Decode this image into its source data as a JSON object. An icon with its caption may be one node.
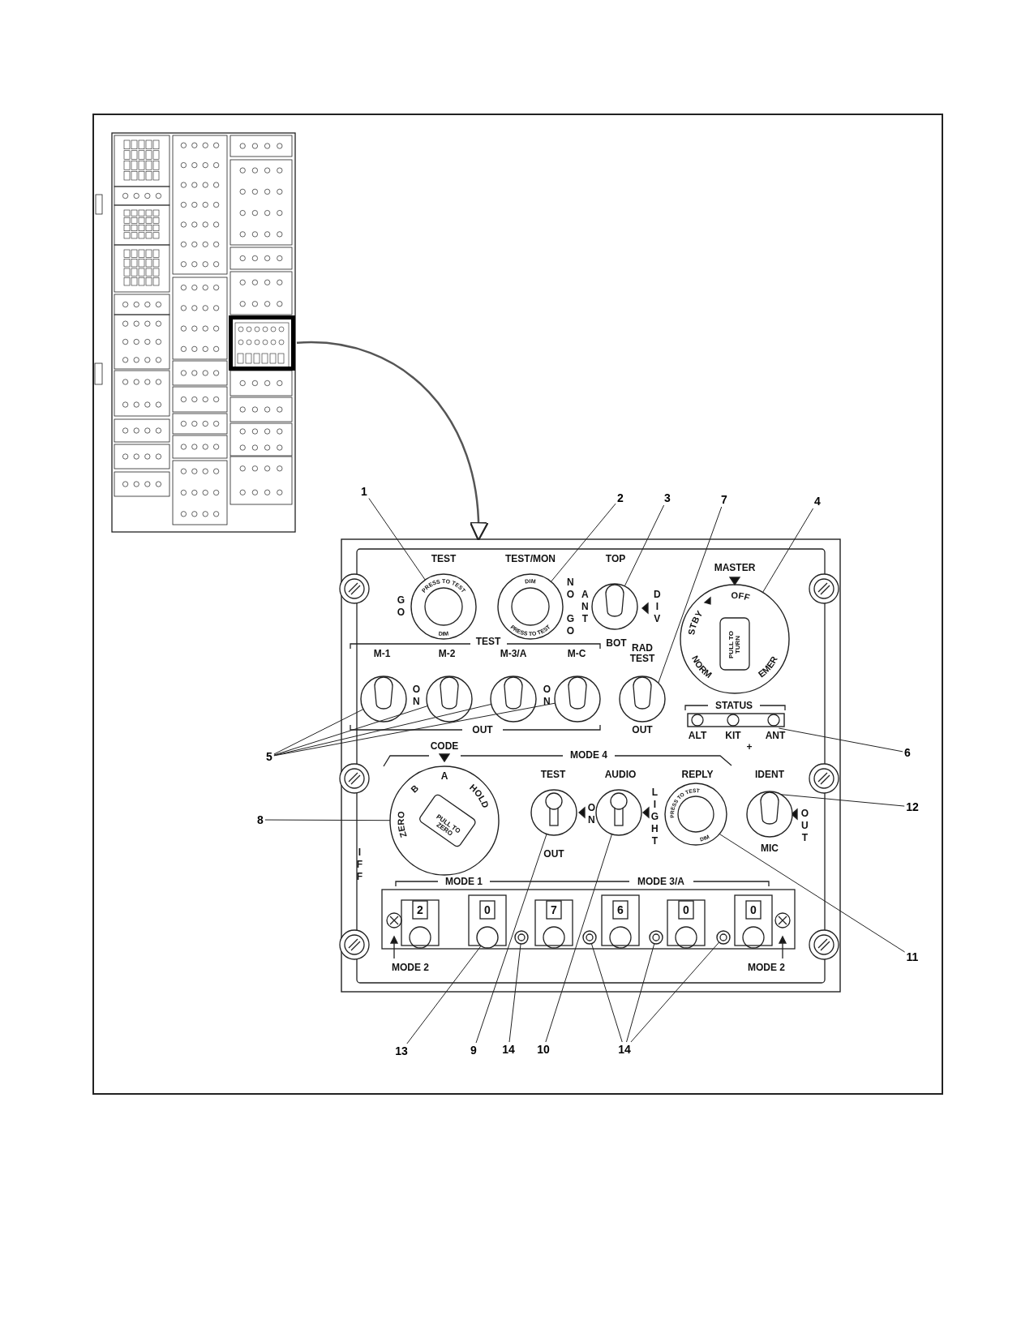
{
  "diagram": {
    "nodes": [
      {
        "text": [],
        "shape": "picture"
      },
      {
        "text": [],
        "shape": "box",
        "in": 0
      },
      {
        "text": [],
        "shape": "box"
      },
      {
        "text": [
          "1"
        ]
      },
      {
        "text": [
          "2"
        ]
      },
      {
        "text": [
          "3"
        ]
      },
      {
        "text": [
          "7"
        ]
      },
      {
        "text": [
          "4"
        ]
      },
      {
        "text": [],
        "shape": "circle",
        "in": 2
      },
      {
        "text": [],
        "shape": "circle",
        "in": 2
      },
      {
        "text": [],
        "shape": "circle",
        "in": 2
      },
      {
        "text": [],
        "shape": "circle",
        "in": 2
      },
      {
        "text": [],
        "shape": "circle",
        "in": 2
      },
      {
        "text": [],
        "shape": "circle",
        "in": 2
      },
      {
        "text": [],
        "shape": "circle",
        "in": 2
      },
      {
        "text": [],
        "shape": "circle",
        "in": 2
      },
      {
        "text": [],
        "shape": "circle",
        "in": 2
      },
      {
        "text": [],
        "shape": "box",
        "in": 2
      },
      {
        "text": [
          "5"
        ]
      },
      {
        "text": [
          "6"
        ]
      },
      {
        "text": [
          "8"
        ]
      },
      {
        "text": [],
        "shape": "circle",
        "in": 2
      },
      {
        "text": [],
        "shape": "circle",
        "in": 2
      },
      {
        "text": [],
        "shape": "circle",
        "in": 2
      },
      {
        "text": [],
        "shape": "circle",
        "in": 2
      },
      {
        "text": [],
        "shape": "circle",
        "in": 2
      },
      {
        "text": [
          "12"
        ]
      },
      {
        "text": [
          "11"
        ]
      },
      {
        "text": [],
        "shape": "circle",
        "in": 2
      },
      {
        "text": [],
        "shape": "circle",
        "in": 2
      },
      {
        "text": [],
        "shape": "circle",
        "in": 2
      },
      {
        "text": [],
        "shape": "circle",
        "in": 2
      },
      {
        "text": [],
        "shape": "circle",
        "in": 2
      },
      {
        "text": [
          "13"
        ]
      },
      {
        "text": [
          "9"
        ]
      },
      {
        "text": [
          "14"
        ]
      },
      {
        "text": [
          "10"
        ]
      },
      {
        "text": [
          "14"
        ]
      }
    ],
    "edges": [
      {
        "from": 1,
        "to": 2,
        "arrow": "to"
      },
      {
        "from": 3,
        "to": 8,
        "arrow": "none"
      },
      {
        "from": 4,
        "to": 9,
        "arrow": "none"
      },
      {
        "from": 5,
        "to": 10,
        "arrow": "none"
      },
      {
        "from": 6,
        "to": 16,
        "arrow": "none"
      },
      {
        "from": 7,
        "to": 11,
        "arrow": "none"
      },
      {
        "from": 18,
        "to": 12,
        "arrow": "none"
      },
      {
        "from": 18,
        "to": 13,
        "arrow": "none"
      },
      {
        "from": 18,
        "to": 14,
        "arrow": "none"
      },
      {
        "from": 18,
        "to": 15,
        "arrow": "none"
      },
      {
        "from": 19,
        "to": 17,
        "arrow": "none"
      },
      {
        "from": 20,
        "to": 21,
        "arrow": "none"
      },
      {
        "from": 26,
        "to": 25,
        "arrow": "none"
      },
      {
        "from": 27,
        "to": 24,
        "arrow": "none"
      },
      {
        "from": 33,
        "to": 28,
        "arrow": "none"
      },
      {
        "from": 34,
        "to": 22,
        "arrow": "none"
      },
      {
        "from": 35,
        "to": 29,
        "arrow": "none"
      },
      {
        "from": 36,
        "to": 23,
        "arrow": "none"
      },
      {
        "from": 37,
        "to": 30,
        "arrow": "none"
      },
      {
        "from": 37,
        "to": 31,
        "arrow": "none"
      },
      {
        "from": 37,
        "to": 32,
        "arrow": "none"
      }
    ],
    "labels": [
      "TEST",
      "TEST/MON",
      "TOP",
      "MASTER",
      "GO",
      "PRESS TO TEST",
      "DIM",
      "DIM",
      "PRESS TO TEST",
      "NO GO",
      "ANT",
      "DIV",
      "OFF",
      "STBY",
      "PULL TO TURN",
      "NORM",
      "EMER",
      "BOT",
      "RAD TEST",
      "TEST",
      "M-1",
      "M-2",
      "M-3/A",
      "M-C",
      "ON",
      "ON",
      "OUT",
      "OUT",
      "STATUS",
      "ALT",
      "KIT",
      "ANT",
      "CODE",
      "+",
      "MODE 4",
      "A",
      "TEST",
      "AUDIO",
      "REPLY",
      "IDENT",
      "ZERO",
      "B",
      "HOLD",
      "PULL TO ZERO",
      "ON",
      "LIGHT",
      "PRESS TO TEST",
      "DIM",
      "OUT",
      "OUT",
      "MIC",
      "IFF",
      "MODE 1",
      "MODE 3/A",
      "2",
      "0",
      "7",
      "6",
      "0",
      "0",
      "MODE 2",
      "MODE 2"
    ]
  }
}
